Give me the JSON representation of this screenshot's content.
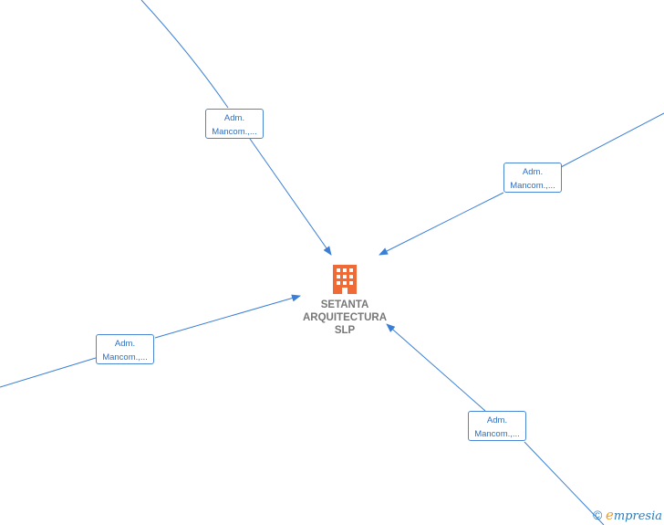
{
  "company": {
    "name_lines": [
      "SETANTA",
      "ARQUITECTURA",
      "SLP"
    ],
    "icon": "building-icon"
  },
  "relations": [
    {
      "line1": "Adm.",
      "line2": "Mancom.,..."
    },
    {
      "line1": "Adm.",
      "line2": "Mancom.,..."
    },
    {
      "line1": "Adm.",
      "line2": "Mancom.,..."
    },
    {
      "line1": "Adm.",
      "line2": "Mancom.,..."
    }
  ],
  "brand": {
    "copyright": "©",
    "e": "e",
    "rest": "mpresia"
  },
  "colors": {
    "edge": "#3a7fd5",
    "icon": "#f06a35",
    "label_text": "#2f6fbf"
  }
}
